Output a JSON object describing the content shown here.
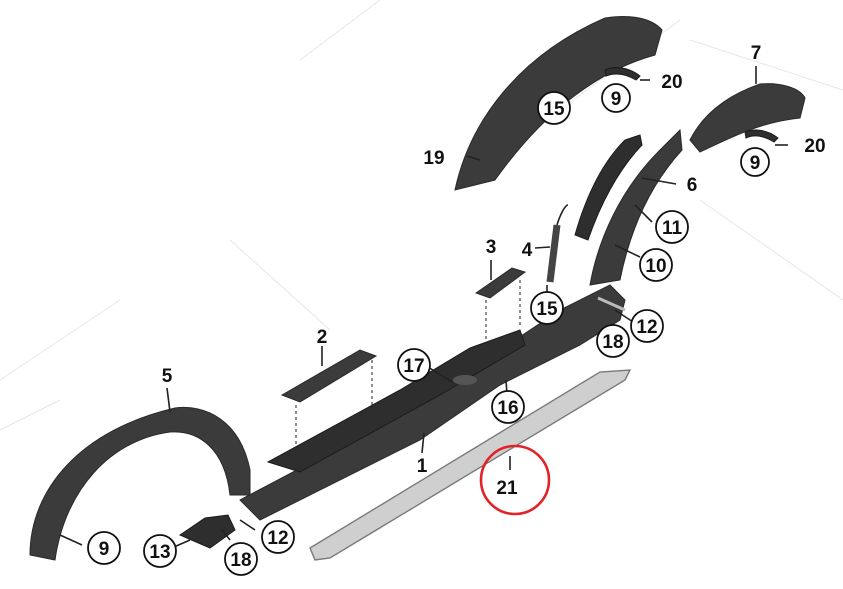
{
  "callouts": {
    "c1": "1",
    "c2": "2",
    "c3": "3",
    "c4": "4",
    "c5": "5",
    "c6": "6",
    "c7": "7",
    "c9a": "9",
    "c9b": "9",
    "c9c": "9",
    "c10": "10",
    "c11": "11",
    "c12a": "12",
    "c12b": "12",
    "c13": "13",
    "c15a": "15",
    "c15b": "15",
    "c16": "16",
    "c17": "17",
    "c18a": "18",
    "c18b": "18",
    "c19": "19",
    "c20a": "20",
    "c20b": "20",
    "c21": "21"
  },
  "colors": {
    "part": "#3b3b3b",
    "trim_strip": "#cfcfcf",
    "highlight": "#e0242a"
  }
}
